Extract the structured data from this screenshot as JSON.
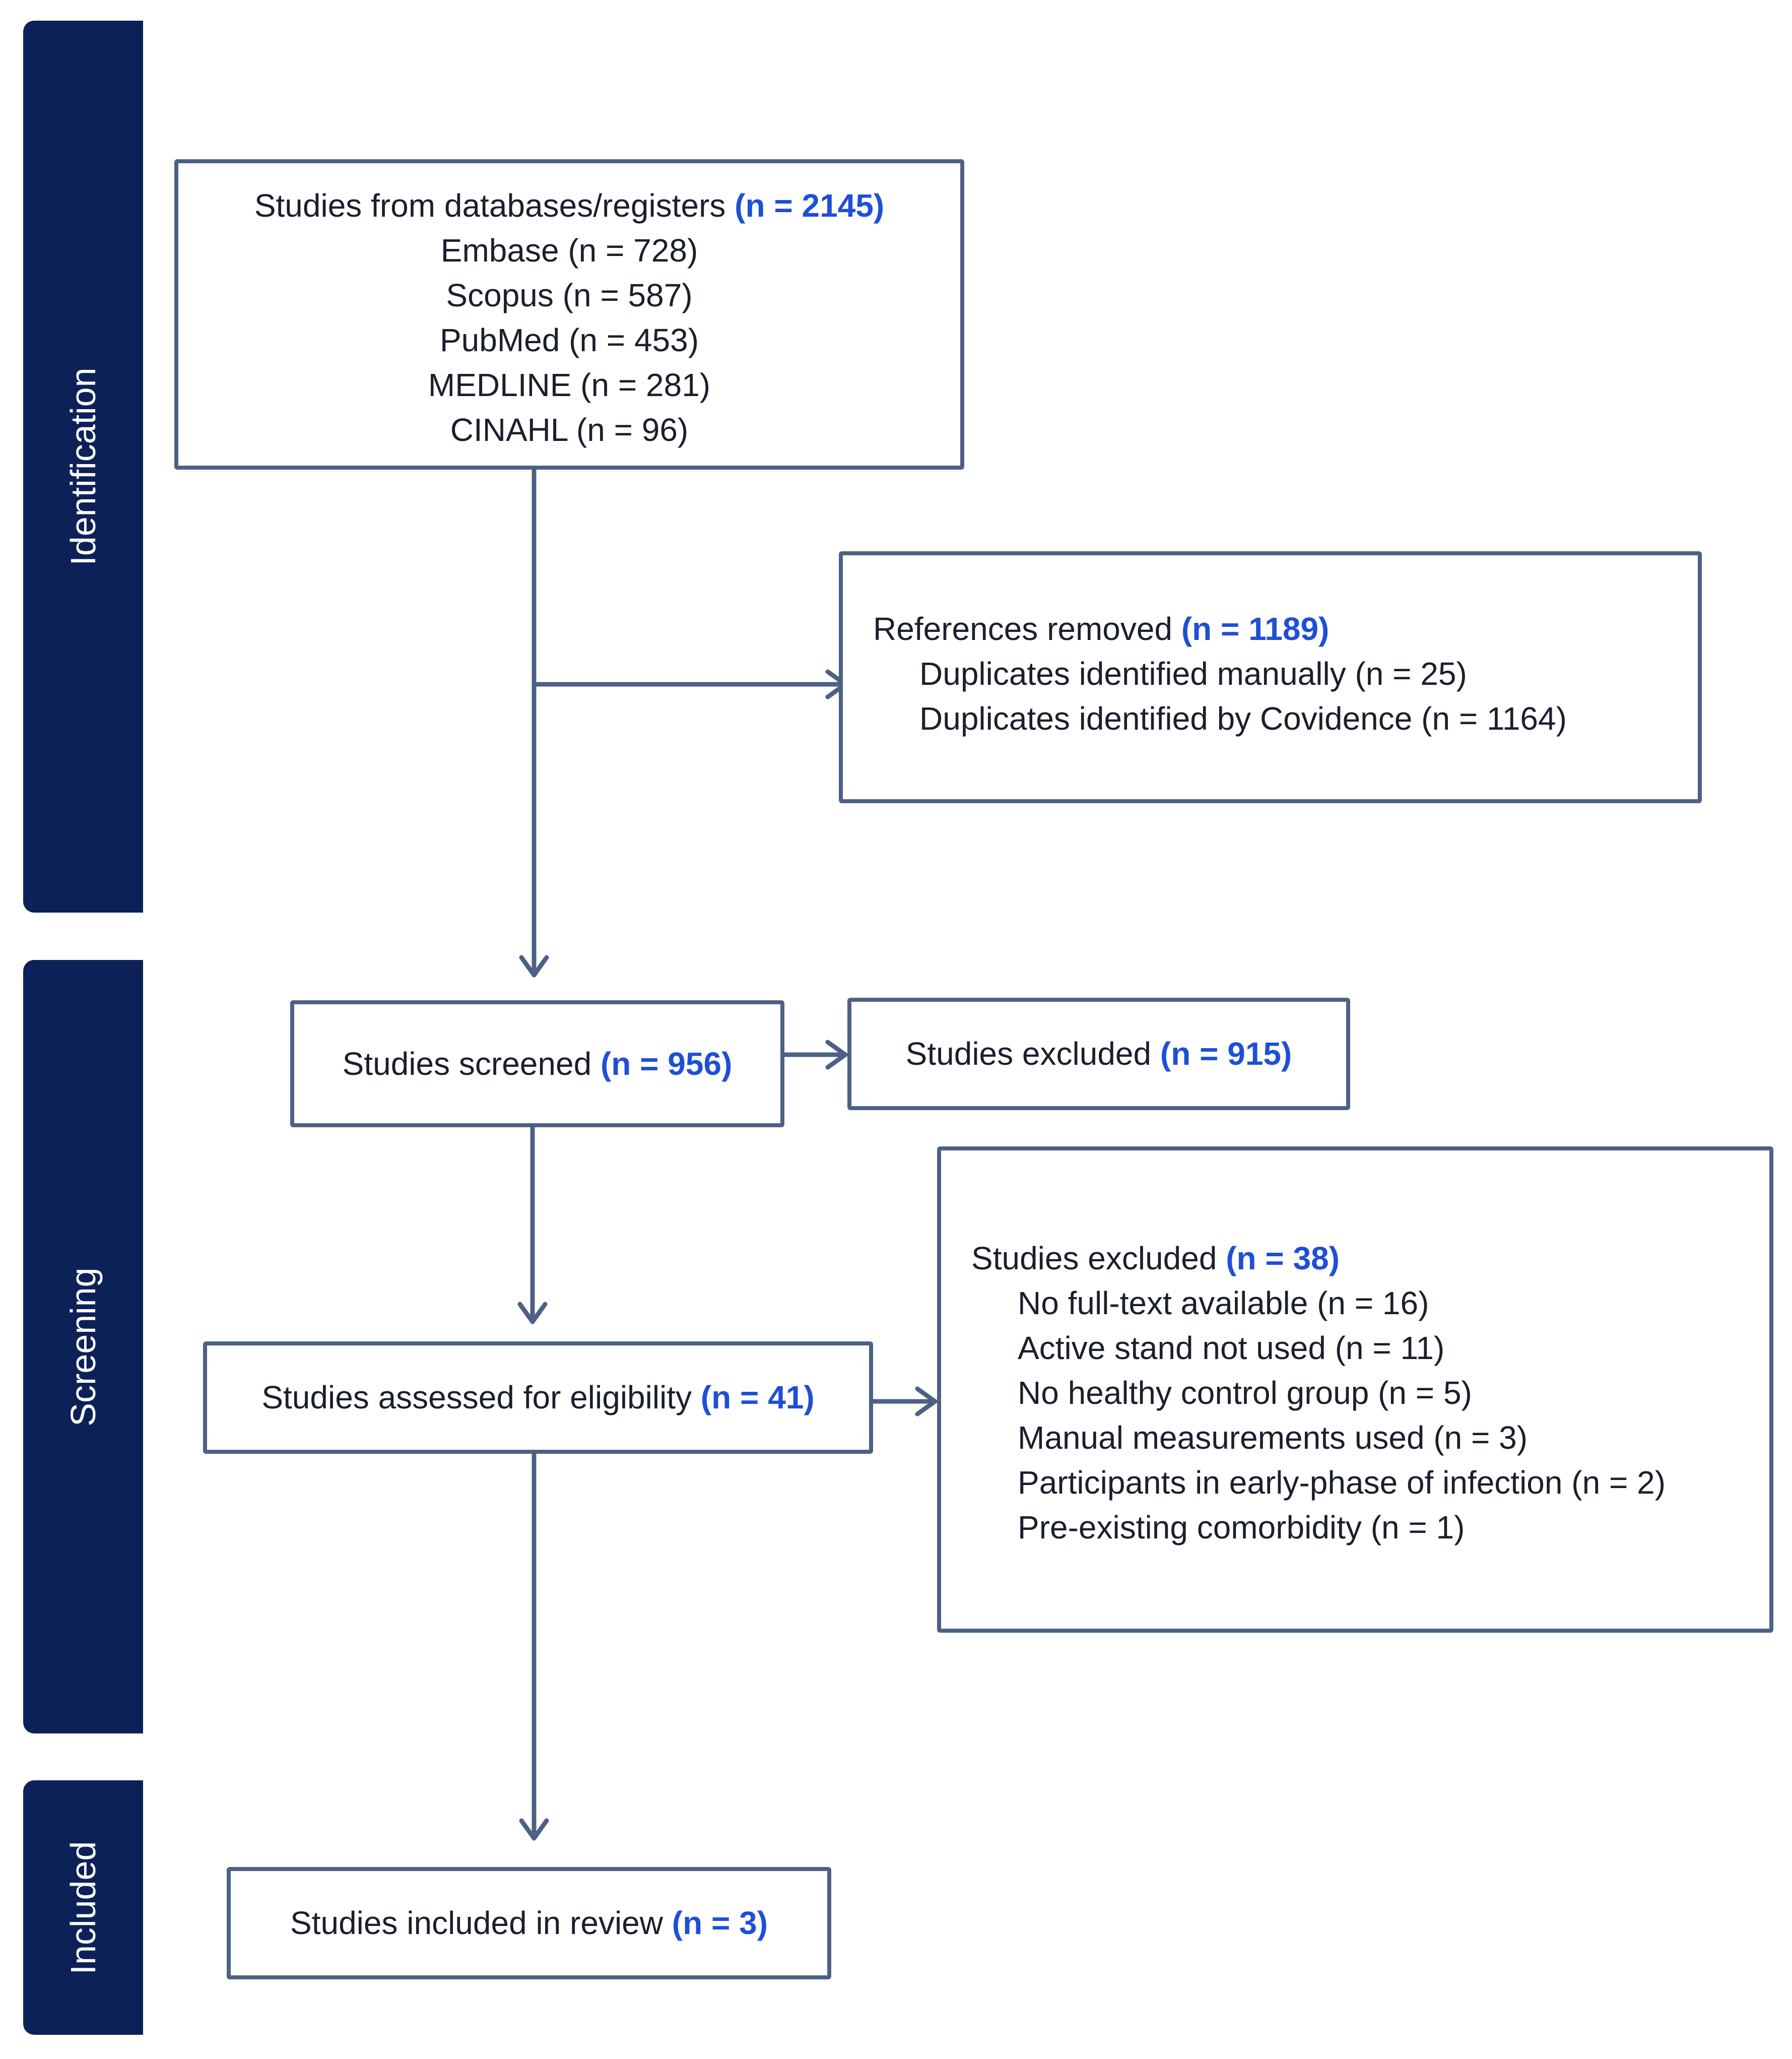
{
  "phases": {
    "identification": "Identification",
    "screening": "Screening",
    "included": "Included"
  },
  "identification_box": {
    "title": "Studies from databases/registers",
    "title_n": "(n = 2145)",
    "sources": [
      "Embase (n = 728)",
      "Scopus (n = 587)",
      "PubMed (n = 453)",
      "MEDLINE (n = 281)",
      "CINAHL (n = 96)"
    ]
  },
  "removed_box": {
    "title": "References removed",
    "title_n": "(n = 1189)",
    "items": [
      "Duplicates identified manually (n = 25)",
      "Duplicates identified by Covidence (n = 1164)"
    ]
  },
  "screened_box": {
    "label": "Studies screened",
    "n": "(n = 956)"
  },
  "excluded_screening_box": {
    "label": "Studies excluded",
    "n": "(n = 915)"
  },
  "eligibility_box": {
    "label": "Studies assessed for eligibility",
    "n": "(n = 41)"
  },
  "excluded_eligibility_box": {
    "title": "Studies excluded",
    "title_n": "(n = 38)",
    "items": [
      "No full-text available (n = 16)",
      "Active stand not used (n = 11)",
      "No healthy control group (n = 5)",
      "Manual measurements used (n = 3)",
      "Participants in early-phase of infection (n = 2)",
      "Pre-existing comorbidity (n = 1)"
    ]
  },
  "included_box": {
    "label": "Studies included in review",
    "n": "(n = 3)"
  },
  "colors": {
    "phase_bar": "#0d2159",
    "box_border": "#4d6185",
    "count_highlight": "#1e4fd6",
    "arrow": "#4d6185"
  }
}
